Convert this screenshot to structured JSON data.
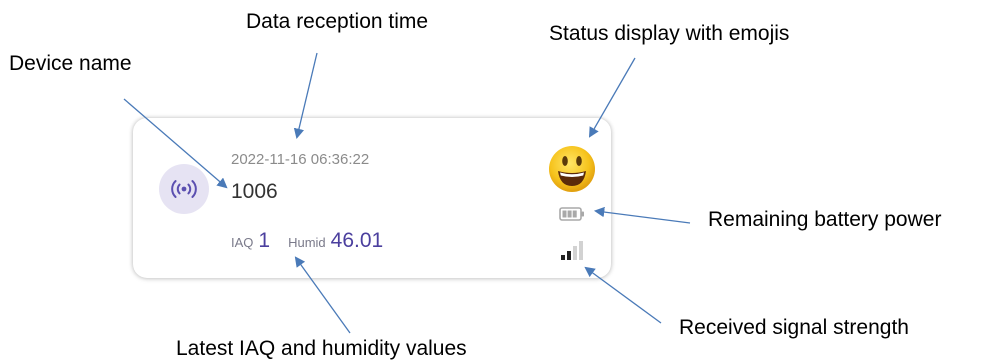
{
  "annotations": {
    "data_reception_time": "Data reception time",
    "status_display": "Status display with emojis",
    "device_name": "Device name",
    "battery": "Remaining battery power",
    "signal": "Received signal strength",
    "latest_values": "Latest IAQ and humidity values"
  },
  "card": {
    "timestamp": "2022-11-16 06:36:22",
    "device_name": "1006",
    "device_icon": "wireless-sensor-icon",
    "iaq_label": "IAQ",
    "iaq_value": "1",
    "humid_label": "Humid",
    "humid_value": "46.01",
    "status_icon": "smiling-face-emoji-icon",
    "battery_icon": "battery-icon",
    "signal_icon": "signal-strength-icon",
    "signal_bars_active": 2,
    "signal_bars_total": 4,
    "battery_level_fraction": 0.75
  },
  "colors": {
    "accent": "#4b3f9e",
    "avatar_bg": "#e6e3f3",
    "arrow": "#4a7ab8",
    "timestamp": "#8b8b8b",
    "emoji_face": "#f6c31c"
  }
}
